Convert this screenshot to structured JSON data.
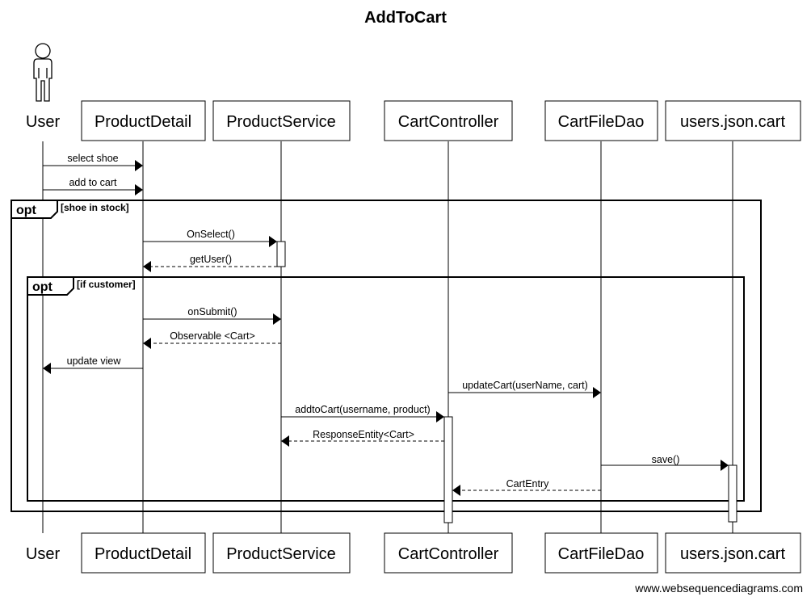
{
  "diagram": {
    "title": "AddToCart",
    "watermark": "www.websequencediagrams.com",
    "participants": [
      {
        "id": "user",
        "label": "User",
        "type": "actor"
      },
      {
        "id": "pd",
        "label": "ProductDetail",
        "type": "box"
      },
      {
        "id": "ps",
        "label": "ProductService",
        "type": "box"
      },
      {
        "id": "cc",
        "label": "CartController",
        "type": "box"
      },
      {
        "id": "cfd",
        "label": "CartFileDao",
        "type": "box"
      },
      {
        "id": "ujc",
        "label": "users.json.cart",
        "type": "box"
      }
    ],
    "fragments": [
      {
        "operator": "opt",
        "guard": "[shoe in stock]"
      },
      {
        "operator": "opt",
        "guard": "[if customer]"
      }
    ],
    "messages": [
      {
        "from": "user",
        "to": "pd",
        "label": "select shoe",
        "kind": "sync"
      },
      {
        "from": "user",
        "to": "pd",
        "label": "add to cart",
        "kind": "sync"
      },
      {
        "from": "pd",
        "to": "ps",
        "label": "OnSelect()",
        "kind": "sync"
      },
      {
        "from": "ps",
        "to": "pd",
        "label": "getUser()",
        "kind": "return"
      },
      {
        "from": "pd",
        "to": "ps",
        "label": "onSubmit()",
        "kind": "sync"
      },
      {
        "from": "ps",
        "to": "pd",
        "label": "Observable <Cart>",
        "kind": "return"
      },
      {
        "from": "pd",
        "to": "user",
        "label": "update view",
        "kind": "sync"
      },
      {
        "from": "cc",
        "to": "cfd",
        "label": "updateCart(userName, cart)",
        "kind": "sync"
      },
      {
        "from": "ps",
        "to": "cc",
        "label": "addtoCart(username, product)",
        "kind": "sync"
      },
      {
        "from": "cc",
        "to": "ps",
        "label": "ResponseEntity<Cart>",
        "kind": "return"
      },
      {
        "from": "cfd",
        "to": "ujc",
        "label": "save()",
        "kind": "sync"
      },
      {
        "from": "cfd",
        "to": "cc",
        "label": "CartEntry",
        "kind": "return"
      }
    ]
  }
}
